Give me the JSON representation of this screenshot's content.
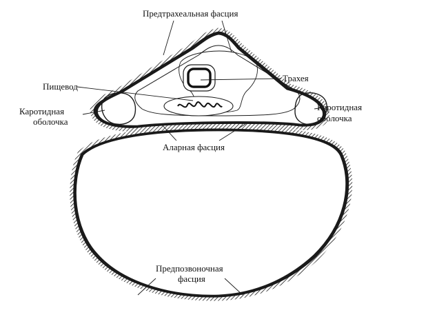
{
  "colors": {
    "ink": "#1a1a1a",
    "paper": "#ffffff"
  },
  "labels": {
    "pretracheal_fascia": "Предтрахеальная фасция",
    "trachea": "Трахея",
    "esophagus": "Пищевод",
    "carotid_sheath_left_line1": "Каротидная",
    "carotid_sheath_left_line2": "оболочка",
    "carotid_sheath_right_line1": "Каротидная",
    "carotid_sheath_right_line2": "оболочка",
    "alar_fascia": "Аларная фасция",
    "prevertebral_fascia_line1": "Предпозвоночная",
    "prevertebral_fascia_line2": "фасция"
  }
}
